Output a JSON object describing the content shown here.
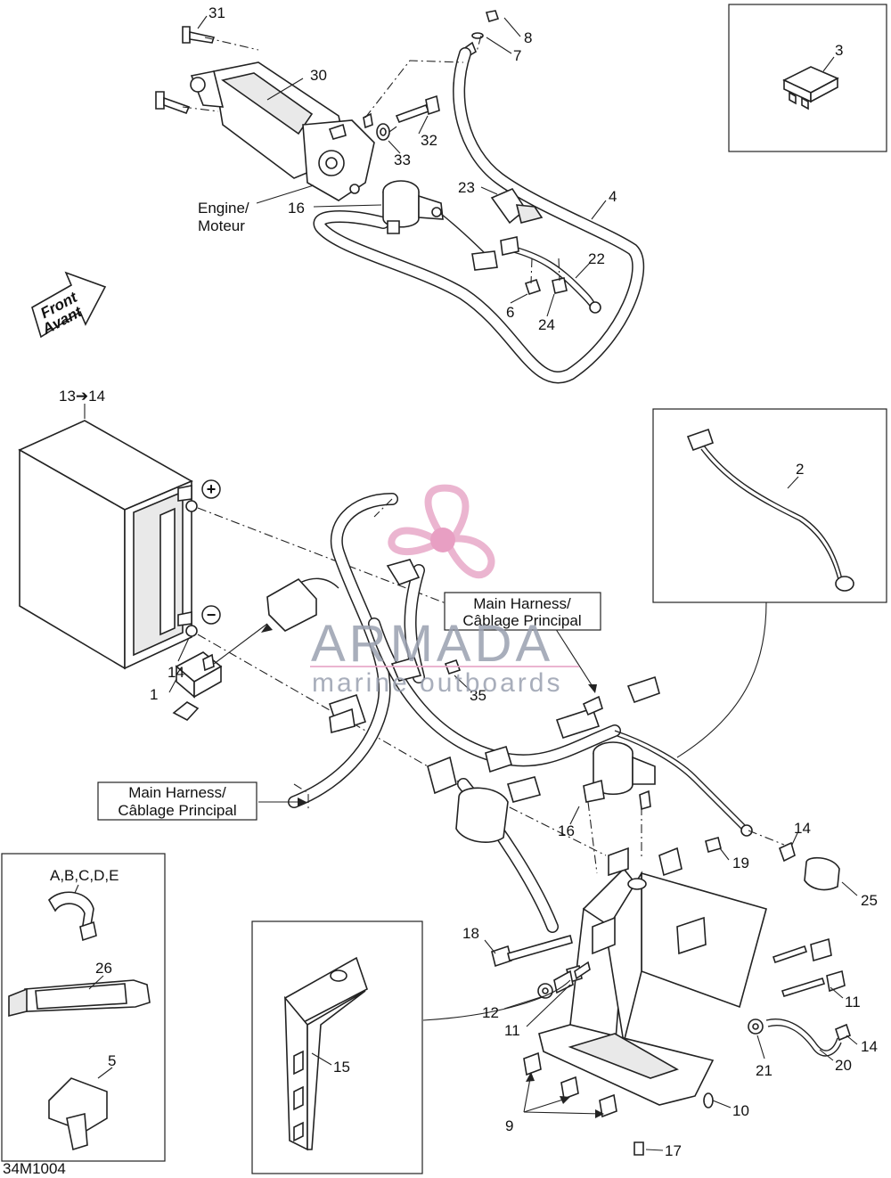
{
  "diagram_id": "34M1004",
  "front_arrow": {
    "line1": "Front",
    "line2": "Avant"
  },
  "engine_label": {
    "line1": "Engine/",
    "line2": "Moteur"
  },
  "main_harness_upper": {
    "line1": "Main Harness/",
    "line2": "Câblage Principal"
  },
  "main_harness_lower": {
    "line1": "Main Harness/",
    "line2": "Câblage Principal"
  },
  "battery_terminals": {
    "positive": "+",
    "negative": "−"
  },
  "watermark": {
    "brand": "ARMADA",
    "tagline": "marine outboards",
    "color": "#e8a9c8"
  },
  "callouts": {
    "c31": "31",
    "c30": "30",
    "c8": "8",
    "c7": "7",
    "c3": "3",
    "c32": "32",
    "c33": "33",
    "c16_top": "16",
    "c23": "23",
    "c4": "4",
    "c22": "22",
    "c6": "6",
    "c24": "24",
    "c13_14": "13➔14",
    "c2": "2",
    "c14_bat": "14",
    "c1": "1",
    "c35": "35",
    "c16_mid": "16",
    "c14_right": "14",
    "c19": "19",
    "c25": "25",
    "c18": "18",
    "c12": "12",
    "c11_left": "11",
    "c11_right": "11",
    "c14_low": "14",
    "c21": "21",
    "c20": "20",
    "c10": "10",
    "c9": "9",
    "c17": "17",
    "c15": "15",
    "c26": "26",
    "c5": "5",
    "c_kit": "A,B,C,D,E"
  }
}
